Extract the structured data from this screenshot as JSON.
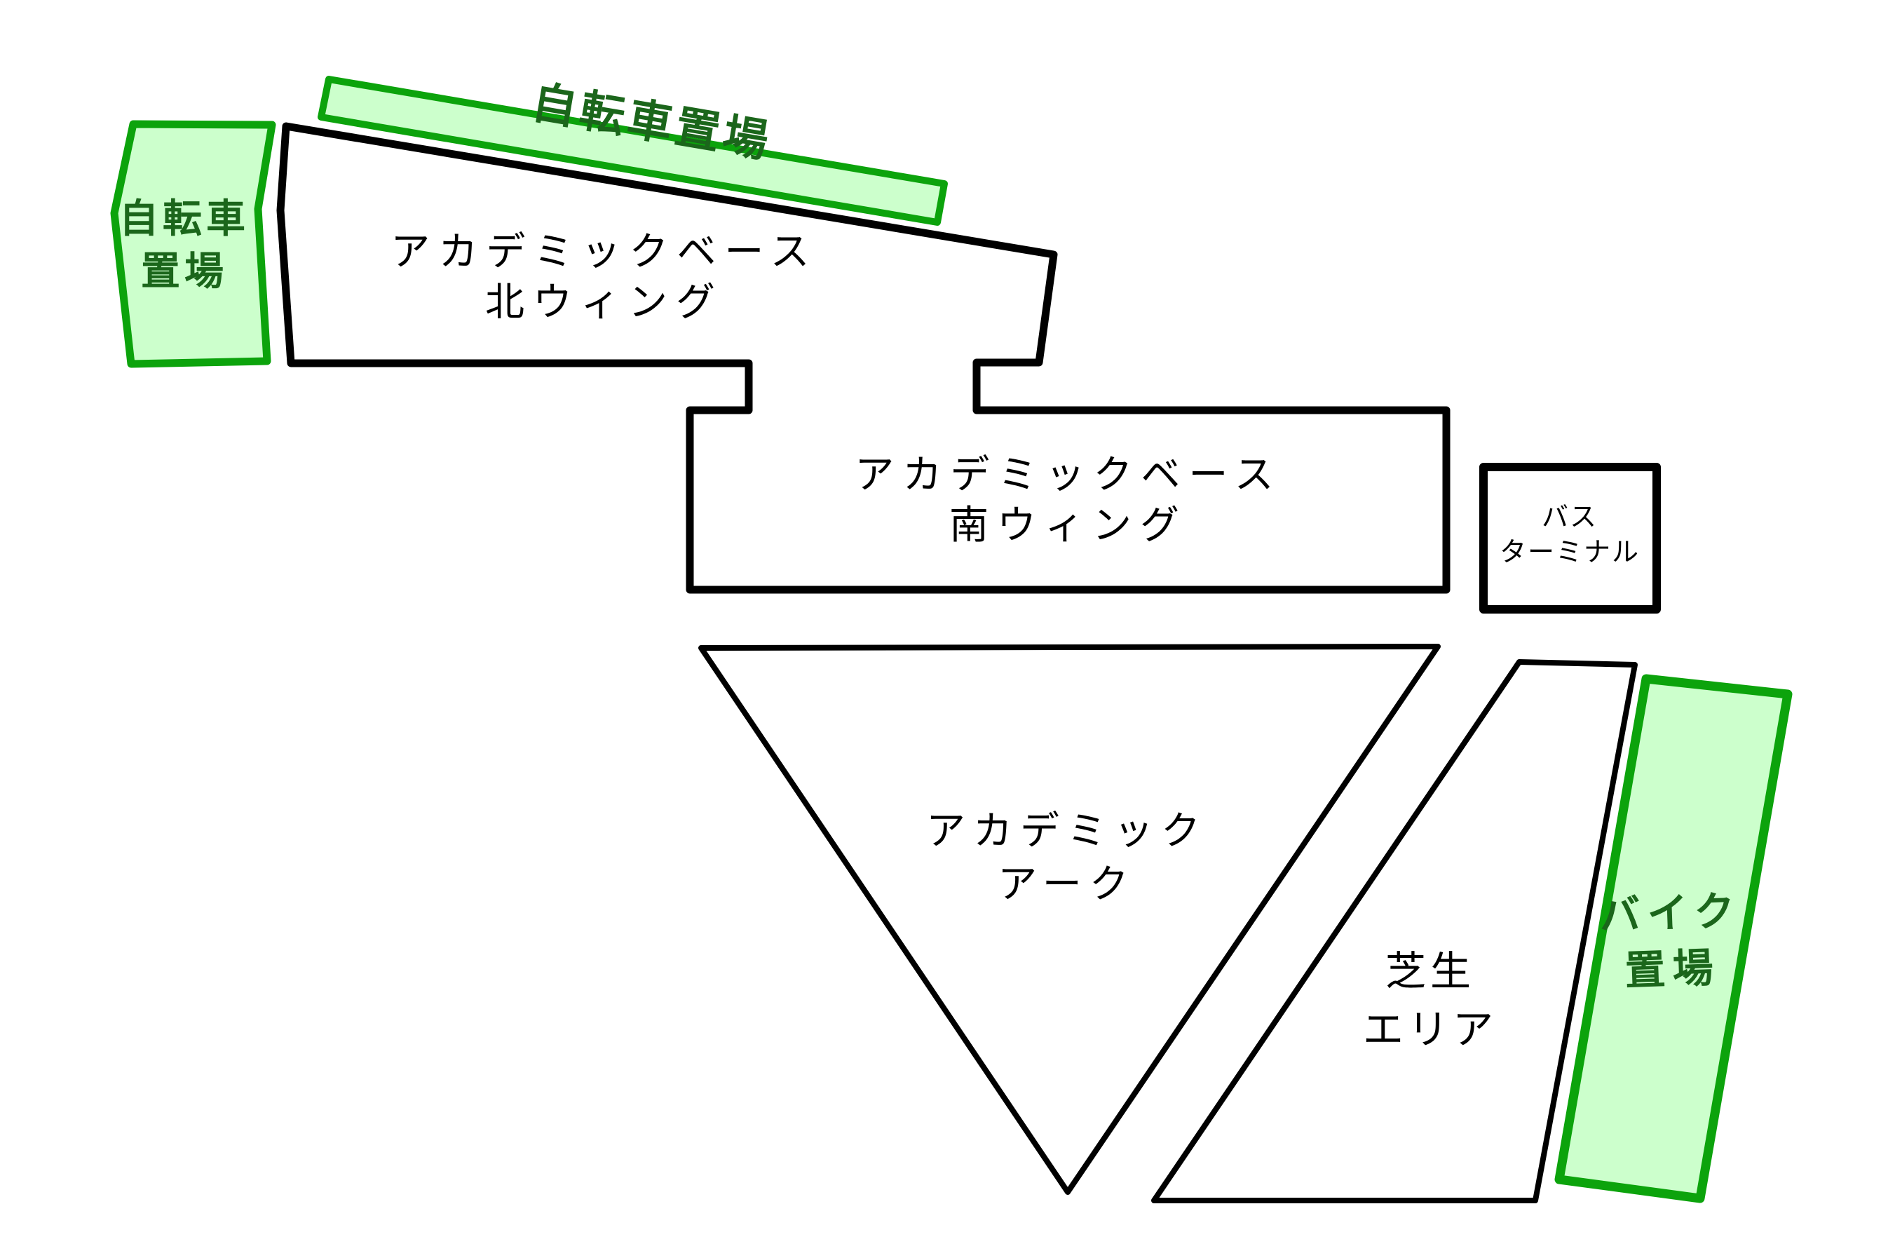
{
  "page": {
    "background": "#ffffff"
  },
  "palette": {
    "parking_fill": "#ccffcc",
    "parking_border": "#0ca30c",
    "parking_text": "#1b661b",
    "building_outline": "#000000",
    "building_fill": "#ffffff"
  },
  "areas": {
    "bicycle_strip": {
      "label": "自転車置場"
    },
    "bicycle_left": {
      "line1": "自転車",
      "line2": "置場"
    },
    "north_wing": {
      "line1": "アカデミックベース",
      "line2": "北ウィング"
    },
    "south_wing": {
      "line1": "アカデミックベース",
      "line2": "南ウィング"
    },
    "bus_terminal": {
      "line1": "バス",
      "line2": "ターミナル"
    },
    "academic_arc": {
      "line1": "アカデミック",
      "line2": "アーク"
    },
    "lawn_area": {
      "line1": "芝生",
      "line2": "エリア"
    },
    "bike_parking": {
      "line1": "バイク",
      "line2": "置場"
    }
  }
}
